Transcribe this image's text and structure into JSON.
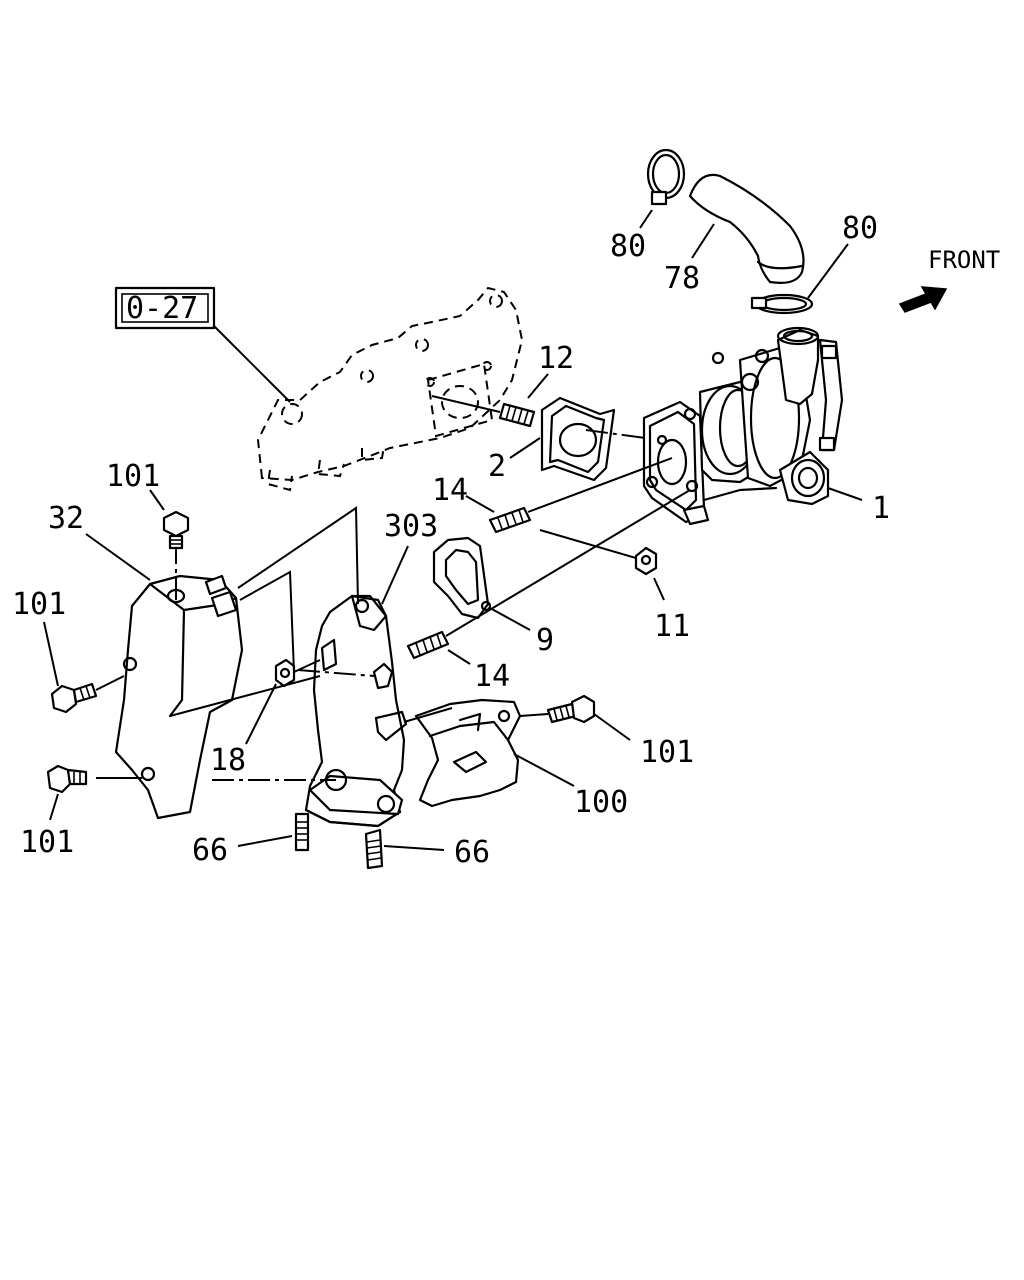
{
  "diagram": {
    "front_label": "FRONT",
    "reference_box": "0-27",
    "callouts": {
      "turbocharger": "1",
      "gasket_inlet": "2",
      "heat_shield_upper": "32",
      "heat_shield_side": "100",
      "pipe_exhaust": "303",
      "gasket_outlet": "9",
      "nut_11": "11",
      "stud_12": "12",
      "stud_14_upper": "14",
      "stud_14_lower": "14",
      "nut_18": "18",
      "stud_66_left": "66",
      "stud_66_right": "66",
      "hose_78": "78",
      "clamp_80_left": "80",
      "clamp_80_right": "80",
      "bolt_101_top": "101",
      "bolt_101_left": "101",
      "bolt_101_bottom": "101",
      "bolt_101_right": "101"
    }
  }
}
